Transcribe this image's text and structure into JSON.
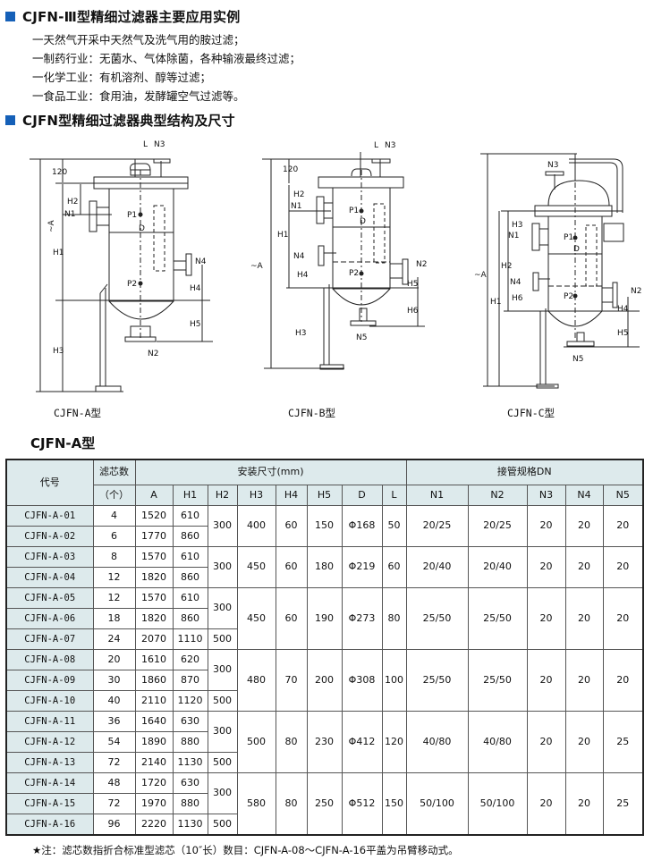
{
  "section1": {
    "title": "CJFN-Ⅲ型精细过滤器主要应用实例",
    "items": [
      "一天然气开采中天然气及洗气用的胺过滤；",
      "一制药行业：无菌水、气体除菌，各种输液最终过滤；",
      "一化学工业：有机溶剂、醇等过滤；",
      "一食品工业：食用油，发酵罐空气过滤等。"
    ]
  },
  "section2": {
    "title": "CJFN型精细过滤器典型结构及尺寸"
  },
  "diagrams": [
    {
      "caption": "CJFN-A型",
      "labels": {
        "L": "L",
        "N1": "N1",
        "N2": "N2",
        "N3": "N3",
        "N4": "N4",
        "P1": "P1",
        "P2": "P2",
        "D": "D",
        "H1": "H1",
        "H2": "H2",
        "H3": "H3",
        "H4": "H4",
        "H5": "H5",
        "A": "~A",
        "c": "120"
      }
    },
    {
      "caption": "CJFN-B型",
      "labels": {
        "L": "L",
        "N1": "N1",
        "N2": "N2",
        "N3": "N3",
        "N4": "N4",
        "N5": "N5",
        "P1": "P1",
        "P2": "P2",
        "D": "D",
        "H1": "H1",
        "H2": "H2",
        "H3": "H3",
        "H4": "H4",
        "H5": "H5",
        "H6": "H6",
        "A": "~A",
        "c": "120"
      }
    },
    {
      "caption": "CJFN-C型",
      "labels": {
        "N1": "N1",
        "N2": "N2",
        "N3": "N3",
        "N4": "N4",
        "N5": "N5",
        "P1": "P1",
        "P2": "P2",
        "D": "D",
        "H1": "H1",
        "H2": "H2",
        "H3": "H3",
        "H4": "H4",
        "H5": "H5",
        "H6": "H6",
        "A": "~A"
      }
    }
  ],
  "table": {
    "title": "CJFN-A型",
    "headers": {
      "code": "代号",
      "count": "滤芯数",
      "count_unit": "（个）",
      "install": "安装尺寸(mm)",
      "pipe": "接管规格DN",
      "install_cols": [
        "A",
        "H1",
        "H2",
        "H3",
        "H4",
        "H5",
        "D",
        "L"
      ],
      "pipe_cols": [
        "N1",
        "N2",
        "N3",
        "N4",
        "N5"
      ]
    },
    "rows": [
      {
        "code": "CJFN-A-01",
        "count": "4",
        "A": "1520",
        "H1": "610"
      },
      {
        "code": "CJFN-A-02",
        "count": "6",
        "A": "1770",
        "H1": "860"
      },
      {
        "code": "CJFN-A-03",
        "count": "8",
        "A": "1570",
        "H1": "610"
      },
      {
        "code": "CJFN-A-04",
        "count": "12",
        "A": "1820",
        "H1": "860"
      },
      {
        "code": "CJFN-A-05",
        "count": "12",
        "A": "1570",
        "H1": "610"
      },
      {
        "code": "CJFN-A-06",
        "count": "18",
        "A": "1820",
        "H1": "860"
      },
      {
        "code": "CJFN-A-07",
        "count": "24",
        "A": "2070",
        "H1": "1110"
      },
      {
        "code": "CJFN-A-08",
        "count": "20",
        "A": "1610",
        "H1": "620"
      },
      {
        "code": "CJFN-A-09",
        "count": "30",
        "A": "1860",
        "H1": "870"
      },
      {
        "code": "CJFN-A-10",
        "count": "40",
        "A": "2110",
        "H1": "1120"
      },
      {
        "code": "CJFN-A-11",
        "count": "36",
        "A": "1640",
        "H1": "630"
      },
      {
        "code": "CJFN-A-12",
        "count": "54",
        "A": "1890",
        "H1": "880"
      },
      {
        "code": "CJFN-A-13",
        "count": "72",
        "A": "2140",
        "H1": "1130"
      },
      {
        "code": "CJFN-A-14",
        "count": "48",
        "A": "1720",
        "H1": "630"
      },
      {
        "code": "CJFN-A-15",
        "count": "72",
        "A": "1970",
        "H1": "880"
      },
      {
        "code": "CJFN-A-16",
        "count": "96",
        "A": "2220",
        "H1": "1130"
      }
    ],
    "h2_groups": [
      "300",
      "300",
      "300",
      "500",
      "300",
      "500",
      "300",
      "500",
      "300",
      "500"
    ],
    "groups": [
      {
        "H3": "400",
        "H4": "60",
        "H5": "150",
        "D": "Φ168",
        "L": "50",
        "N1": "20/25",
        "N2": "20/25",
        "N3": "20",
        "N4": "20",
        "N5": "20"
      },
      {
        "H3": "450",
        "H4": "60",
        "H5": "180",
        "D": "Φ219",
        "L": "60",
        "N1": "20/40",
        "N2": "20/40",
        "N3": "20",
        "N4": "20",
        "N5": "20"
      },
      {
        "H3": "450",
        "H4": "60",
        "H5": "190",
        "D": "Φ273",
        "L": "80",
        "N1": "25/50",
        "N2": "25/50",
        "N3": "20",
        "N4": "20",
        "N5": "20"
      },
      {
        "H3": "480",
        "H4": "70",
        "H5": "200",
        "D": "Φ308",
        "L": "100",
        "N1": "25/50",
        "N2": "25/50",
        "N3": "20",
        "N4": "20",
        "N5": "20"
      },
      {
        "H3": "500",
        "H4": "80",
        "H5": "230",
        "D": "Φ412",
        "L": "120",
        "N1": "40/80",
        "N2": "40/80",
        "N3": "20",
        "N4": "20",
        "N5": "25"
      },
      {
        "H3": "580",
        "H4": "80",
        "H5": "250",
        "D": "Φ512",
        "L": "150",
        "N1": "50/100",
        "N2": "50/100",
        "N3": "20",
        "N4": "20",
        "N5": "25"
      }
    ],
    "note": "★注：滤芯数指折合标准型滤芯（10″长）数目：CJFN-A-08～CJFN-A-16平盖为吊臂移动式。"
  },
  "colors": {
    "accent": "#1560b8",
    "header_bg": "#ddeaec"
  }
}
